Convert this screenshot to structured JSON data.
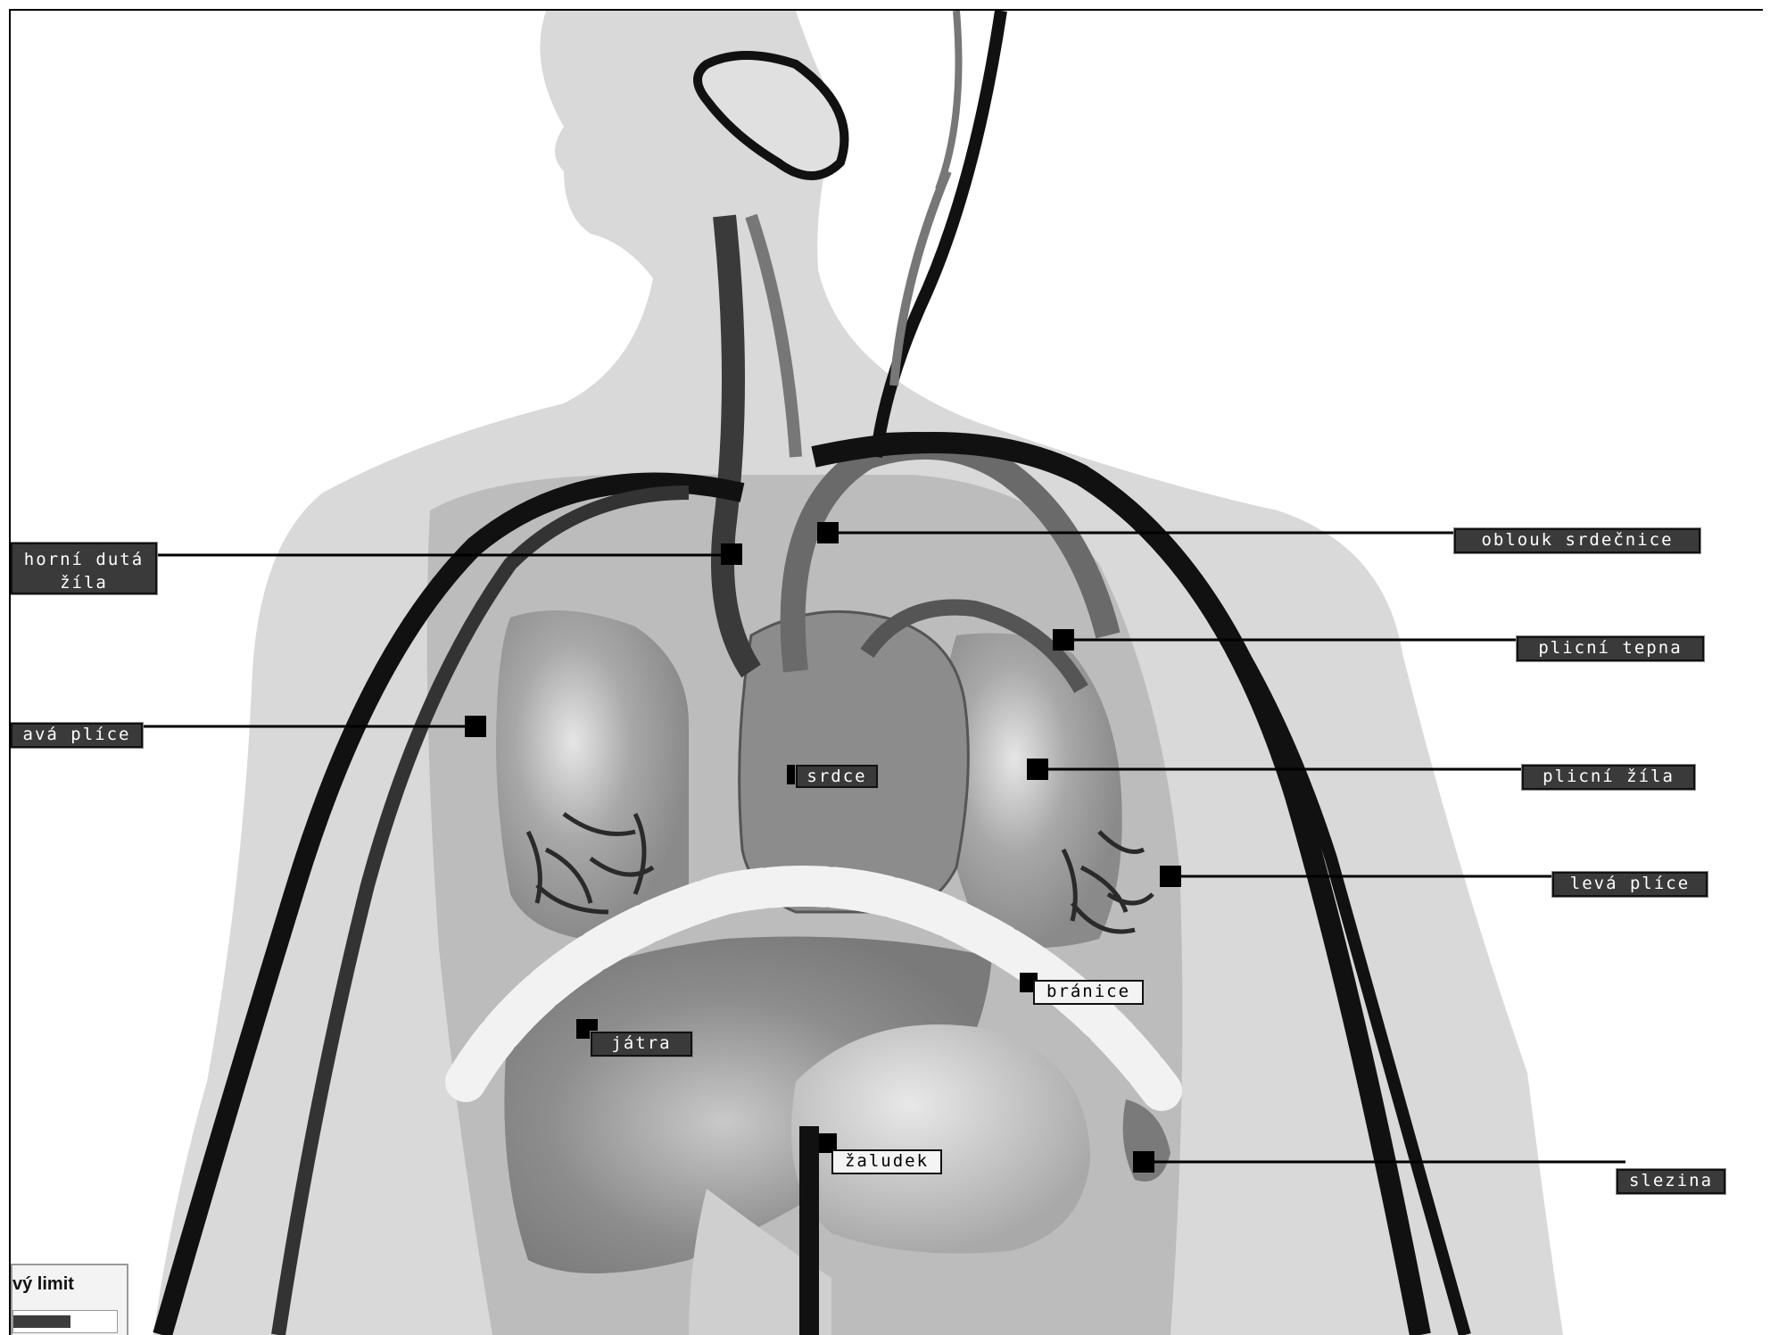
{
  "labels": {
    "horni_duta_zila": "horní dutá žíla",
    "oblouk_srdecnice": "oblouk srdečnice",
    "plicni_tepna": "plicní tepna",
    "prava_plice": "avá plíce",
    "srdce": "srdce",
    "plicni_zila": "plicní žíla",
    "leva_plice": "levá plíce",
    "branice": "bránice",
    "jatra": "játra",
    "zaludek": "žaludek",
    "slezina": "slezina"
  },
  "timer": {
    "label": "vý limit",
    "fill_fraction": 0.55
  },
  "colors": {
    "background": "#ffffff",
    "body": "#d9d9d9",
    "organs": "#a9a9a9",
    "vessels": "#111111",
    "label_dark": "#3a3a3a",
    "label_light": "#f4f4f4"
  }
}
